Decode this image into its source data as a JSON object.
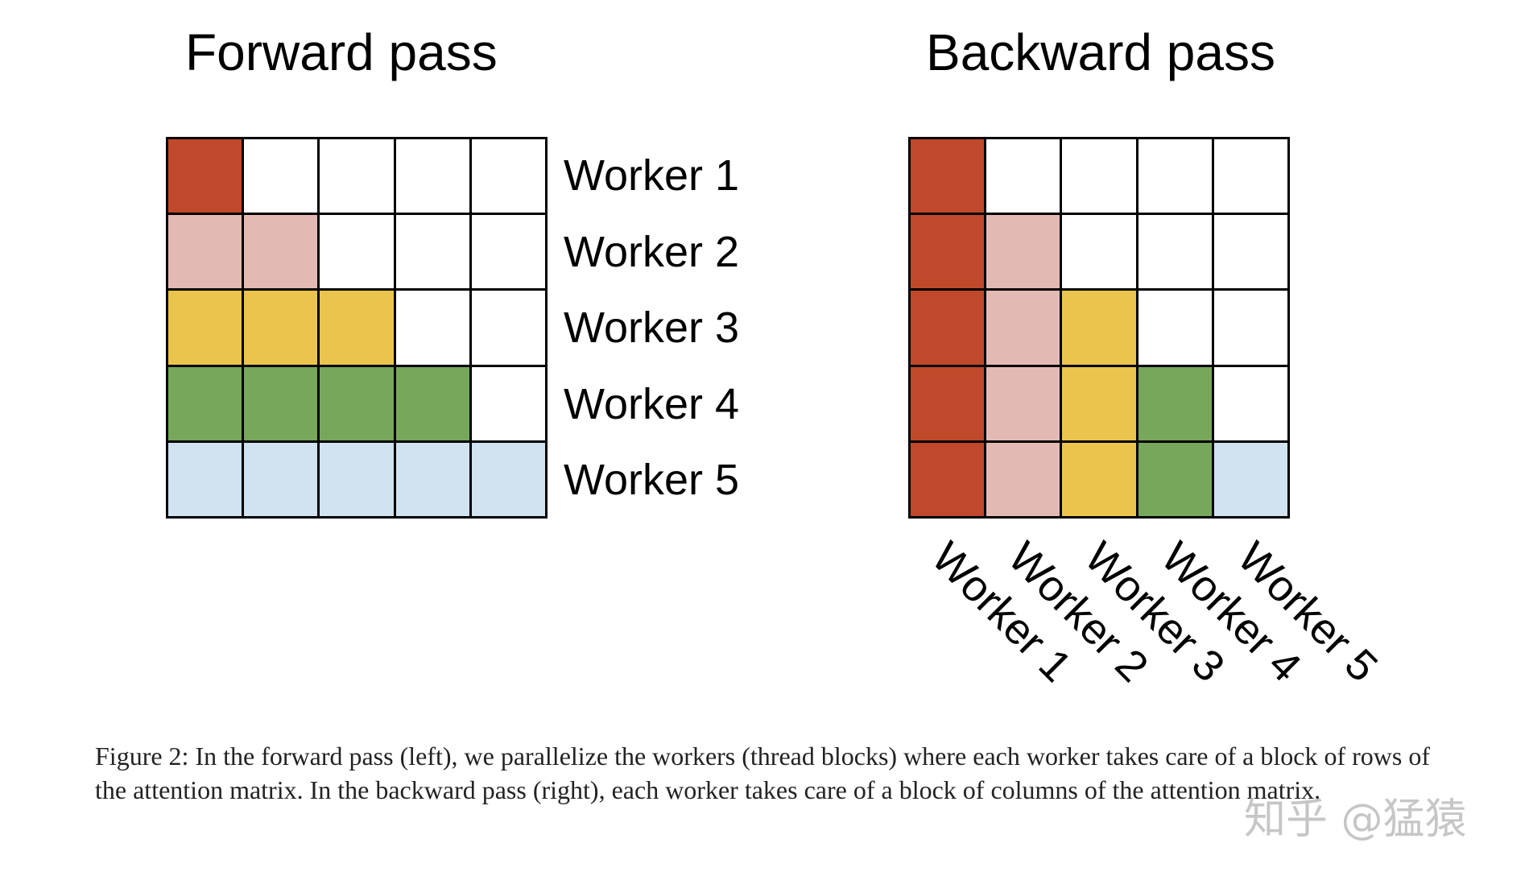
{
  "forward": {
    "title": "Forward pass",
    "row_labels": [
      "Worker 1",
      "Worker 2",
      "Worker 3",
      "Worker 4",
      "Worker 5"
    ]
  },
  "backward": {
    "title": "Backward pass",
    "col_labels": [
      "Worker 1",
      "Worker 2",
      "Worker 3",
      "Worker 4",
      "Worker 5"
    ]
  },
  "worker_colors": [
    "#c0492b",
    "#e3bab3",
    "#eac44d",
    "#76a75b",
    "#d1e2f0"
  ],
  "empty_color": "#ffffff",
  "caption": "Figure 2: In the forward pass (left), we parallelize the workers (thread blocks) where each worker takes care of a block of rows of the attention matrix. In the backward pass (right), each worker takes care of a block of columns of the attention matrix.",
  "watermark": "知乎 @猛猿"
}
